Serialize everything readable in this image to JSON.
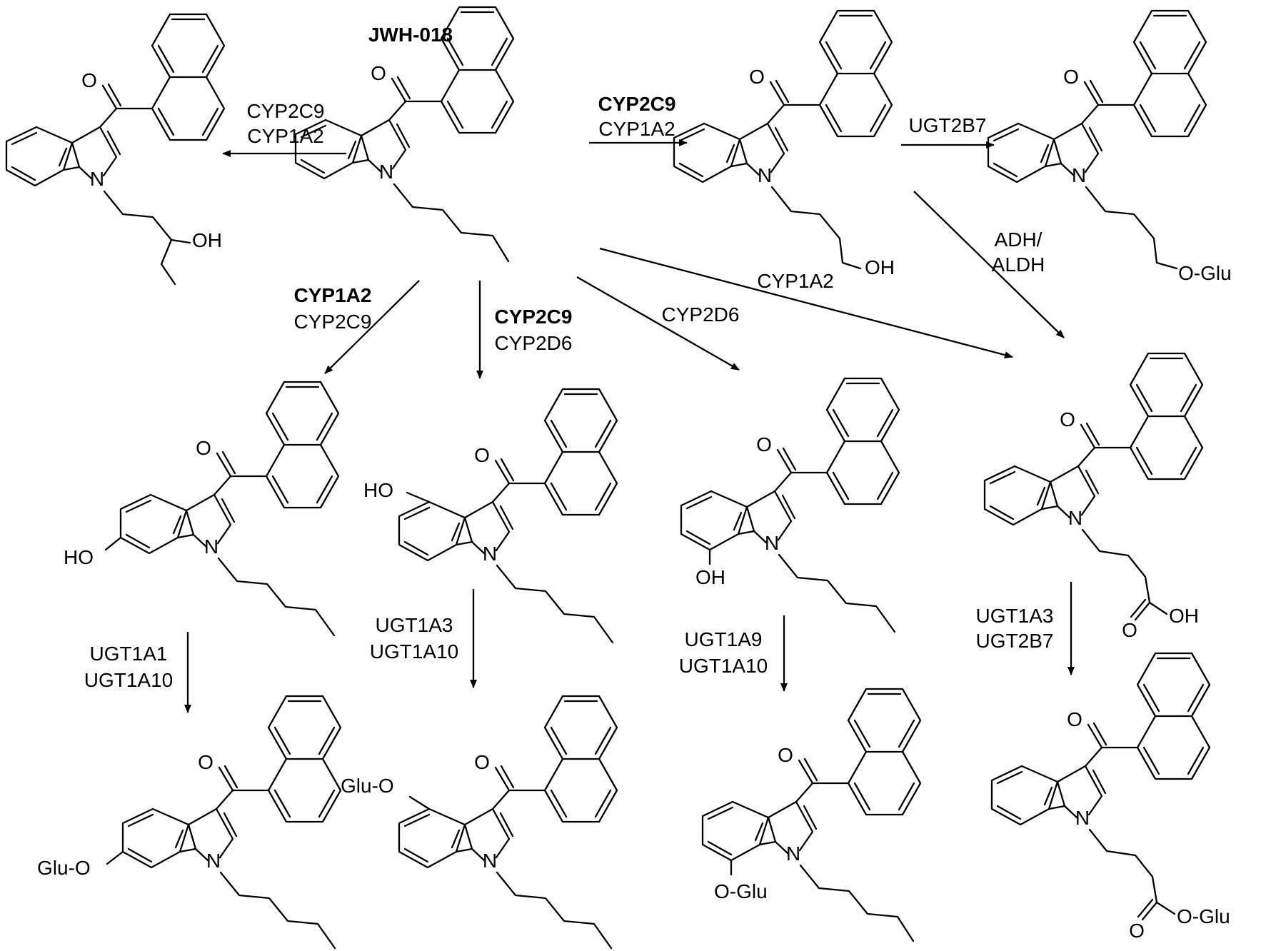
{
  "diagram": {
    "title": "JWH-018",
    "atom_labels": {
      "O": "O",
      "N": "N",
      "OH": "OH",
      "HO": "HO",
      "O_Glu": "O-Glu",
      "Glu_O": "Glu-O"
    },
    "reactions": [
      {
        "id": "to-4-oh",
        "enzymes": [
          {
            "name": "CYP2C9",
            "bold": false
          },
          {
            "name": "CYP1A2",
            "bold": false
          }
        ]
      },
      {
        "id": "to-5-oh",
        "enzymes": [
          {
            "name": "CYP2C9",
            "bold": true
          },
          {
            "name": "CYP1A2",
            "bold": false
          }
        ]
      },
      {
        "id": "to-5-oglu",
        "enzymes": [
          {
            "name": "UGT2B7",
            "bold": false
          }
        ]
      },
      {
        "id": "to-acid-adh",
        "enzymes": [
          {
            "name": "ADH/",
            "bold": false
          },
          {
            "name": "ALDH",
            "bold": false
          }
        ]
      },
      {
        "id": "to-acid",
        "enzymes": [
          {
            "name": "CYP1A2",
            "bold": false
          }
        ]
      },
      {
        "id": "to-6-oh",
        "enzymes": [
          {
            "name": "CYP1A2",
            "bold": true
          },
          {
            "name": "CYP2C9",
            "bold": false
          }
        ]
      },
      {
        "id": "to-5i-oh",
        "enzymes": [
          {
            "name": "CYP2C9",
            "bold": true
          },
          {
            "name": "CYP2D6",
            "bold": false
          }
        ]
      },
      {
        "id": "to-7-oh",
        "enzymes": [
          {
            "name": "CYP2D6",
            "bold": false
          }
        ]
      },
      {
        "id": "gluc-6",
        "enzymes": [
          {
            "name": "UGT1A1",
            "bold": false
          },
          {
            "name": "UGT1A10",
            "bold": false
          }
        ]
      },
      {
        "id": "gluc-5",
        "enzymes": [
          {
            "name": "UGT1A3",
            "bold": false
          },
          {
            "name": "UGT1A10",
            "bold": false
          }
        ]
      },
      {
        "id": "gluc-7",
        "enzymes": [
          {
            "name": "UGT1A9",
            "bold": false
          },
          {
            "name": "UGT1A10",
            "bold": false
          }
        ]
      },
      {
        "id": "gluc-acid",
        "enzymes": [
          {
            "name": "UGT1A3",
            "bold": false
          },
          {
            "name": "UGT2B7",
            "bold": false
          }
        ]
      }
    ]
  }
}
